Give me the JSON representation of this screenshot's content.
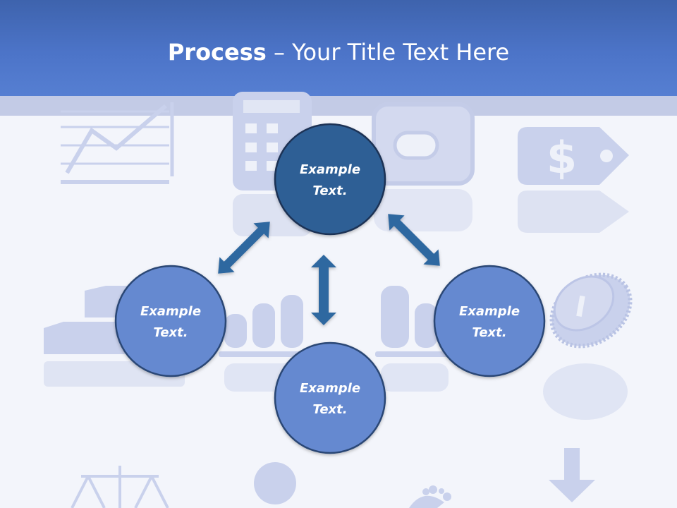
{
  "slide": {
    "title_bold": "Process",
    "title_sep": " – ",
    "title_rest": "Your Title Text Here"
  },
  "nodes": [
    {
      "id": "top",
      "line1": "Example",
      "line2": "Text."
    },
    {
      "id": "left",
      "line1": "Example",
      "line2": "Text."
    },
    {
      "id": "bottom",
      "line1": "Example",
      "line2": "Text."
    },
    {
      "id": "right",
      "line1": "Example",
      "line2": "Text."
    }
  ],
  "colors": {
    "header": "#4c74c8",
    "node_top": "#2f5f95",
    "node_other": "#6589d0",
    "node_stroke": "#22385f",
    "arrow": "#2f67a0",
    "background_icons": "#c9d1ec"
  },
  "background_icons": [
    "line-chart-icon",
    "calculator-icon",
    "wallet-icon",
    "price-tag-icon",
    "gold-bars-icon",
    "bar-chart-icon",
    "coin-icon",
    "scales-icon",
    "person-icon",
    "down-arrow-icon"
  ]
}
